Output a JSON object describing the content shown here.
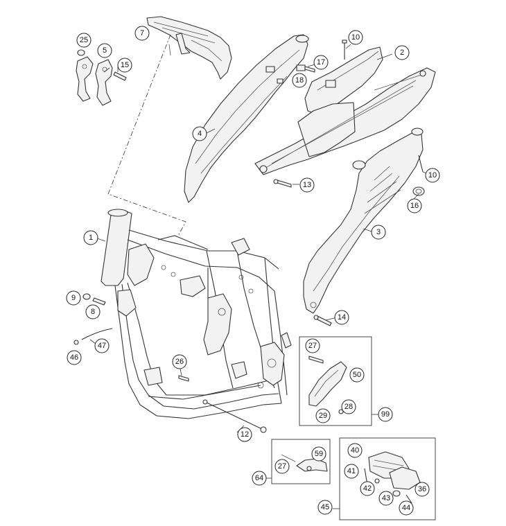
{
  "callouts": [
    {
      "id": "c1",
      "label": "1"
    },
    {
      "id": "c2",
      "label": "2"
    },
    {
      "id": "c3",
      "label": "3"
    },
    {
      "id": "c4",
      "label": "4"
    },
    {
      "id": "c5",
      "label": "5"
    },
    {
      "id": "c7",
      "label": "7"
    },
    {
      "id": "c8",
      "label": "8"
    },
    {
      "id": "c9",
      "label": "9"
    },
    {
      "id": "c10a",
      "label": "10"
    },
    {
      "id": "c10b",
      "label": "10"
    },
    {
      "id": "c12",
      "label": "12"
    },
    {
      "id": "c13",
      "label": "13"
    },
    {
      "id": "c14",
      "label": "14"
    },
    {
      "id": "c15",
      "label": "15"
    },
    {
      "id": "c16",
      "label": "16"
    },
    {
      "id": "c17",
      "label": "17"
    },
    {
      "id": "c18",
      "label": "18"
    },
    {
      "id": "c25",
      "label": "25"
    },
    {
      "id": "c26",
      "label": "26"
    },
    {
      "id": "c27a",
      "label": "27"
    },
    {
      "id": "c27b",
      "label": "27"
    },
    {
      "id": "c28",
      "label": "28"
    },
    {
      "id": "c29",
      "label": "29"
    },
    {
      "id": "c36",
      "label": "36"
    },
    {
      "id": "c40",
      "label": "40"
    },
    {
      "id": "c41",
      "label": "41"
    },
    {
      "id": "c42",
      "label": "42"
    },
    {
      "id": "c43",
      "label": "43"
    },
    {
      "id": "c44",
      "label": "44"
    },
    {
      "id": "c45",
      "label": "45"
    },
    {
      "id": "c46",
      "label": "46"
    },
    {
      "id": "c47",
      "label": "47"
    },
    {
      "id": "c50",
      "label": "50"
    },
    {
      "id": "c59",
      "label": "59"
    },
    {
      "id": "c64",
      "label": "64"
    },
    {
      "id": "c99",
      "label": "99"
    }
  ]
}
